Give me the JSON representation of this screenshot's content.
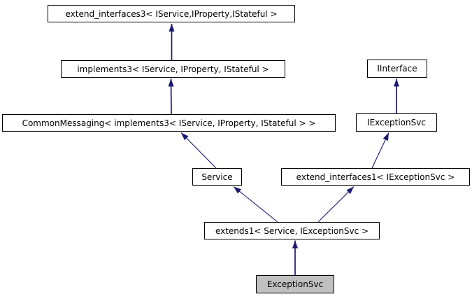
{
  "diagram": {
    "kind": "inheritance-graph",
    "colors": {
      "background": "#ffffff",
      "edge": "#191970",
      "node_border": "#000000",
      "node_fill": "#ffffff",
      "highlight_fill": "#c0c0c0",
      "text": "#000000"
    },
    "nodes": [
      {
        "id": "extend_interfaces3",
        "label": "extend_interfaces3< IService,IProperty,IStateful >",
        "highlighted": false
      },
      {
        "id": "implements3",
        "label": "implements3< IService, IProperty, IStateful >",
        "highlighted": false
      },
      {
        "id": "CommonMessaging",
        "label": "CommonMessaging< implements3< IService, IProperty, IStateful > >",
        "highlighted": false
      },
      {
        "id": "IInterface",
        "label": "IInterface",
        "highlighted": false
      },
      {
        "id": "IExceptionSvc",
        "label": "IExceptionSvc",
        "highlighted": false
      },
      {
        "id": "Service",
        "label": "Service",
        "highlighted": false
      },
      {
        "id": "extend_interfaces1",
        "label": "extend_interfaces1< IExceptionSvc >",
        "highlighted": false
      },
      {
        "id": "extends1",
        "label": "extends1< Service, IExceptionSvc >",
        "highlighted": false
      },
      {
        "id": "ExceptionSvc",
        "label": "ExceptionSvc",
        "highlighted": true
      }
    ],
    "edges": [
      {
        "from": "implements3",
        "to": "extend_interfaces3"
      },
      {
        "from": "CommonMessaging",
        "to": "implements3"
      },
      {
        "from": "Service",
        "to": "CommonMessaging"
      },
      {
        "from": "IExceptionSvc",
        "to": "IInterface"
      },
      {
        "from": "extend_interfaces1",
        "to": "IExceptionSvc"
      },
      {
        "from": "extends1",
        "to": "Service"
      },
      {
        "from": "extends1",
        "to": "extend_interfaces1"
      },
      {
        "from": "ExceptionSvc",
        "to": "extends1"
      }
    ]
  }
}
